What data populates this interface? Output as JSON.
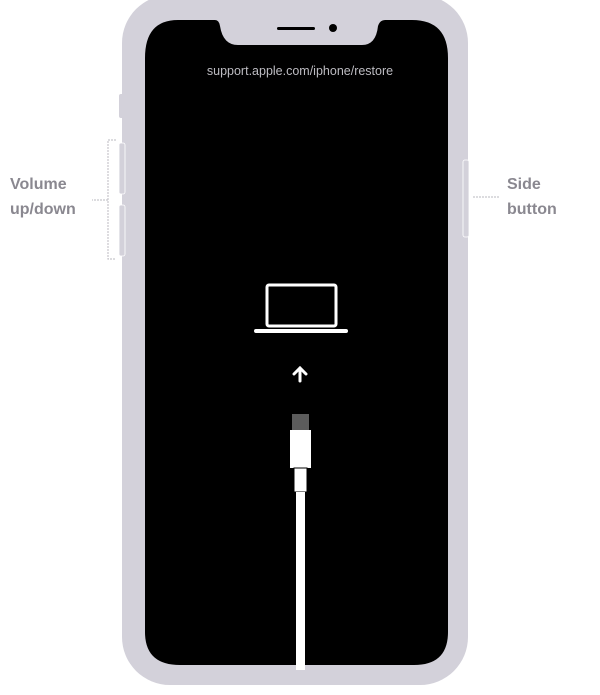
{
  "screen": {
    "url_text": "support.apple.com/iphone/restore"
  },
  "labels": {
    "volume_line1": "Volume",
    "volume_line2": "up/down",
    "side_line1": "Side",
    "side_line2": "button"
  },
  "colors": {
    "phone_body": "#d3d1da",
    "screen": "#000000",
    "label": "#8a8890",
    "icon": "#ffffff"
  },
  "icons": [
    "laptop-icon",
    "arrow-up-icon",
    "lightning-cable-icon"
  ]
}
